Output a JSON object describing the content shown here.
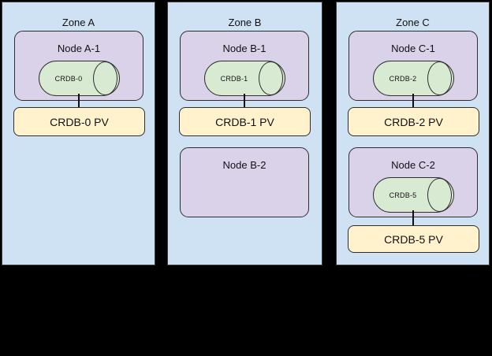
{
  "diagram": {
    "background": "#000000",
    "colors": {
      "zone_fill": "#cfe2f3",
      "node_fill": "#d9d2e9",
      "db_fill": "#d9ead3",
      "pv_fill": "#fff2cc",
      "border": "#2e2e2e"
    },
    "zones": [
      {
        "label": "Zone A",
        "nodes": [
          {
            "label": "Node A-1",
            "db": "CRDB-0",
            "pv": "CRDB-0 PV"
          }
        ]
      },
      {
        "label": "Zone B",
        "nodes": [
          {
            "label": "Node B-1",
            "db": "CRDB-1",
            "pv": "CRDB-1 PV"
          },
          {
            "label": "Node B-2"
          }
        ]
      },
      {
        "label": "Zone C",
        "nodes": [
          {
            "label": "Node C-1",
            "db": "CRDB-2",
            "pv": "CRDB-2 PV"
          },
          {
            "label": "Node C-2",
            "db": "CRDB-5",
            "pv": "CRDB-5 PV"
          }
        ]
      }
    ]
  }
}
